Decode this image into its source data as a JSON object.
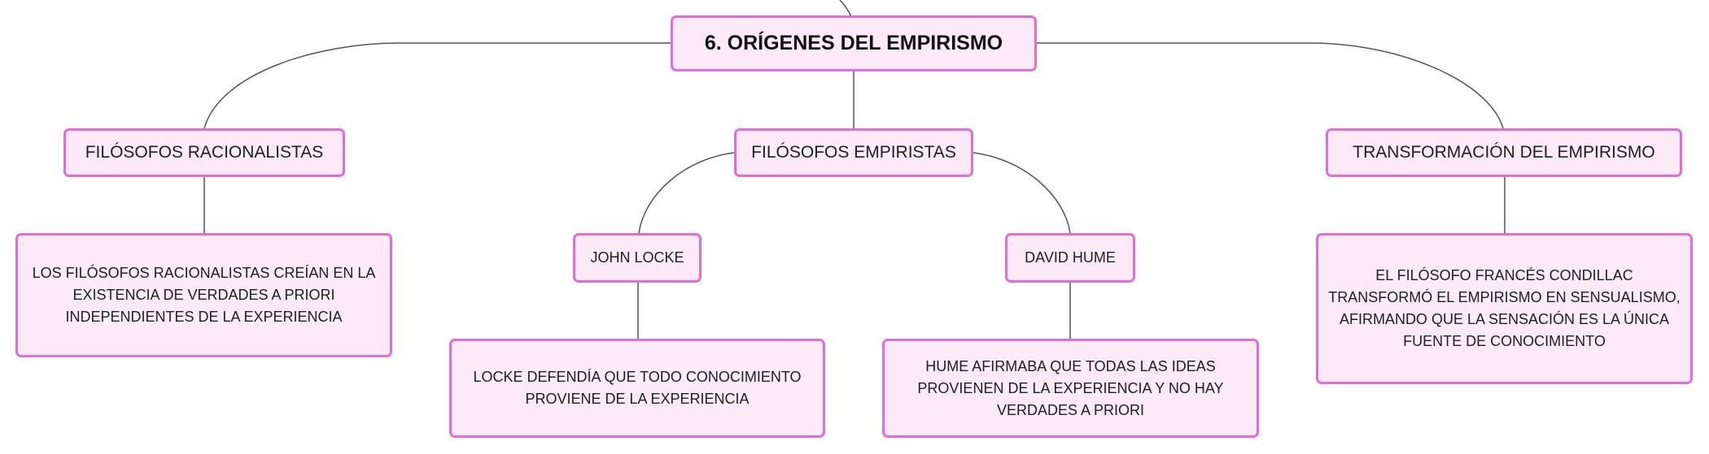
{
  "diagram": {
    "root": {
      "label": "6. ORÍGENES DEL EMPIRISMO"
    },
    "racionalistas": {
      "label": "FILÓSOFOS RACIONALISTAS",
      "description": "LOS FILÓSOFOS RACIONALISTAS CREÍAN EN LA EXISTENCIA DE VERDADES A PRIORI INDEPENDIENTES DE LA EXPERIENCIA"
    },
    "empiristas": {
      "label": "FILÓSOFOS EMPIRISTAS",
      "locke": {
        "label": "JOHN LOCKE",
        "description": "LOCKE DEFENDÍA QUE TODO CONOCIMIENTO PROVIENE DE LA EXPERIENCIA"
      },
      "hume": {
        "label": "DAVID HUME",
        "description": "HUME AFIRMABA QUE TODAS LAS IDEAS PROVIENEN DE LA EXPERIENCIA Y NO HAY VERDADES A PRIORI"
      }
    },
    "transformacion": {
      "label": "TRANSFORMACIÓN DEL EMPIRISMO",
      "description": "EL FILÓSOFO FRANCÉS CONDILLAC TRANSFORMÓ EL EMPIRISMO EN SENSUALISMO, AFIRMANDO QUE LA SENSACIÓN ES LA ÚNICA FUENTE DE CONOCIMIENTO"
    },
    "colors": {
      "node_border": "#e36cd6",
      "node_fill": "#fcebf7",
      "connector": "#555555"
    }
  }
}
